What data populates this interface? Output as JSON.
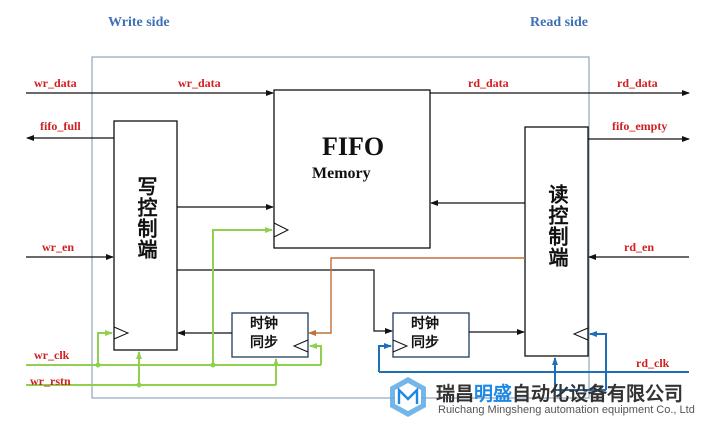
{
  "sides": {
    "write": "Write side",
    "read": "Read side"
  },
  "fifo": {
    "title": "FIFO",
    "subtitle": "Memory"
  },
  "write_ctrl": {
    "label": "写控制端"
  },
  "read_ctrl": {
    "label": "读控制端"
  },
  "sync": {
    "label_line1": "时钟",
    "label_line2": "同步"
  },
  "signals": {
    "wr_data_in": "wr_data",
    "wr_data_mid": "wr_data",
    "rd_data_mid": "rd_data",
    "rd_data_out": "rd_data",
    "fifo_full": "fifo_full",
    "fifo_empty": "fifo_empty",
    "wr_en": "wr_en",
    "rd_en": "rd_en",
    "wr_clk": "wr_clk",
    "wr_rstn": "wr_rstn",
    "rd_clk": "rd_clk"
  },
  "watermark": {
    "cn_part1": "瑞昌",
    "cn_highlight": "明盛",
    "cn_part2": "自动化设备有限公司",
    "en": "Ruichang Mingsheng automation equipment Co., Ltd",
    "logo_icon": "hexagon-m-logo-icon"
  },
  "colors": {
    "side_label": "#3f6fb5",
    "signal_label": "#d02020",
    "green_wire": "#8fd14f",
    "blue_wire": "#1e6fb8",
    "brown_wire": "#c0703a"
  }
}
